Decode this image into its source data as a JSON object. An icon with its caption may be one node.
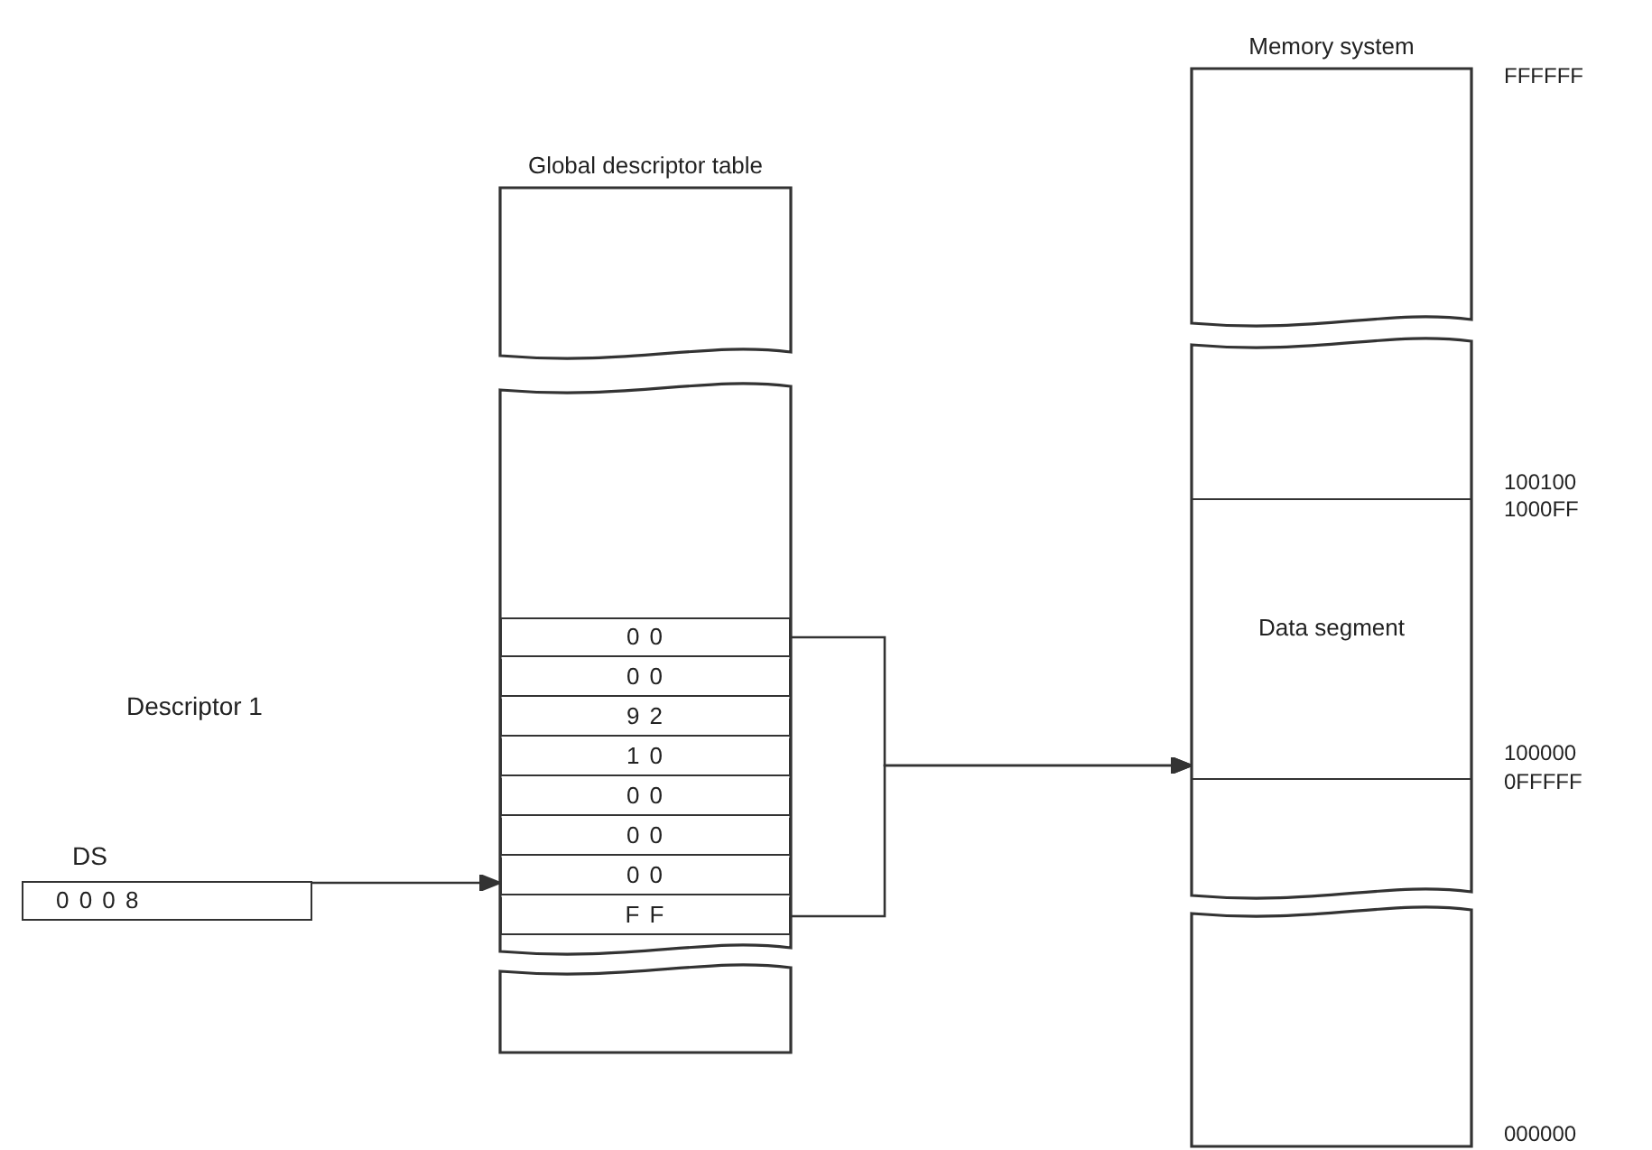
{
  "diagram": {
    "nodes": [
      {
        "text": [
          "DS",
          "0 0 0 8"
        ]
      },
      {
        "text": [
          "Global descriptor table"
        ]
      },
      {
        "text": [
          "0 0"
        ],
        "in": 1
      },
      {
        "text": [
          "0 0"
        ],
        "in": 1
      },
      {
        "text": [
          "9 2"
        ],
        "in": 1
      },
      {
        "text": [
          "1 0"
        ],
        "in": 1
      },
      {
        "text": [
          "0 0"
        ],
        "in": 1
      },
      {
        "text": [
          "0 0"
        ],
        "in": 1
      },
      {
        "text": [
          "0 0"
        ],
        "in": 1
      },
      {
        "text": [
          "F F"
        ],
        "in": 1
      },
      {
        "text": [
          "Memory system"
        ]
      },
      {
        "text": [
          "Data segment"
        ],
        "in": 10
      }
    ],
    "edges": [
      {
        "from": 0,
        "to": 9,
        "arrow": "to"
      },
      {
        "from": 2,
        "to": 11,
        "arrow": "to"
      },
      {
        "from": 9,
        "to": 11,
        "arrow": "to"
      }
    ],
    "labels": [
      "FFFFFF",
      "100100",
      "1000FF",
      "Descriptor 1",
      "100000",
      "0FFFFF",
      "000000"
    ]
  }
}
